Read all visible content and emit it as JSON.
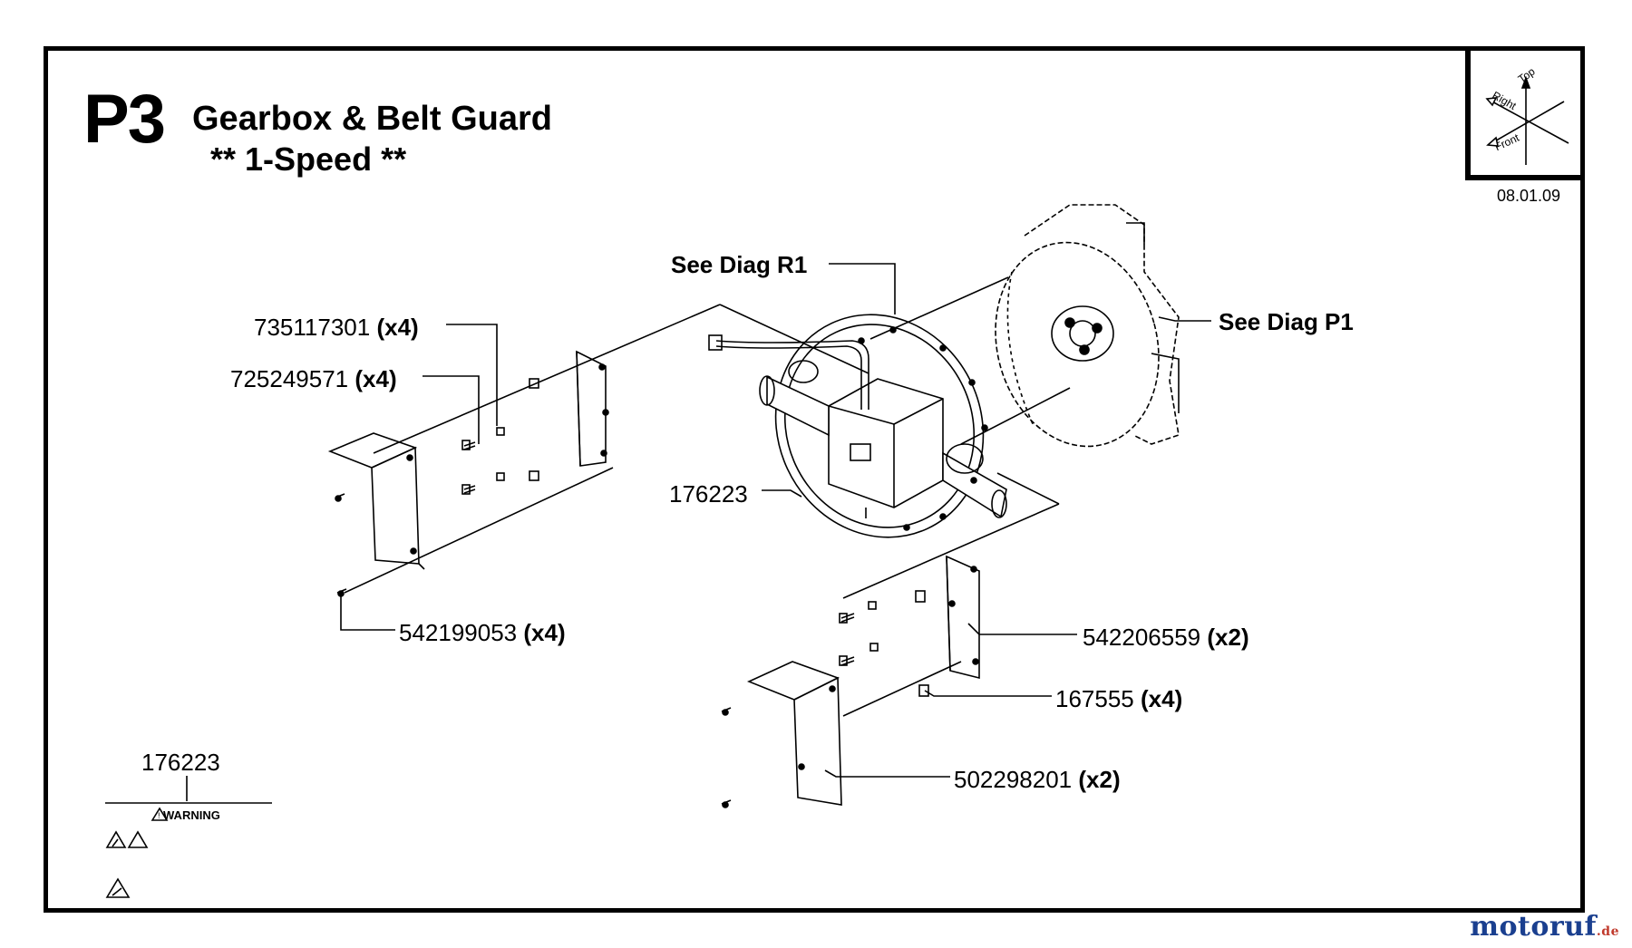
{
  "header": {
    "code": "P3",
    "title": "Gearbox & Belt Guard",
    "subtitle": "** 1-Speed **",
    "date": "08.01.09"
  },
  "orientation": {
    "top": "Top",
    "right": "Right",
    "front": "Front"
  },
  "references": {
    "diag_r1": "See Diag R1",
    "diag_p1": "See Diag P1"
  },
  "parts": [
    {
      "number": "735117301",
      "qty": "(x4)"
    },
    {
      "number": "725249571",
      "qty": "(x4)"
    },
    {
      "number": "176223",
      "qty": ""
    },
    {
      "number": "542199053",
      "qty": "(x4)"
    },
    {
      "number": "542206559",
      "qty": "(x2)"
    },
    {
      "number": "167555",
      "qty": "(x4)"
    },
    {
      "number": "502298201",
      "qty": "(x2)"
    }
  ],
  "decal": {
    "number": "176223",
    "warning": "WARNING"
  },
  "watermark": {
    "part1": "motoruf",
    "part2": ".de",
    "color1": "#1a3f8f",
    "color2": "#c0392b"
  }
}
